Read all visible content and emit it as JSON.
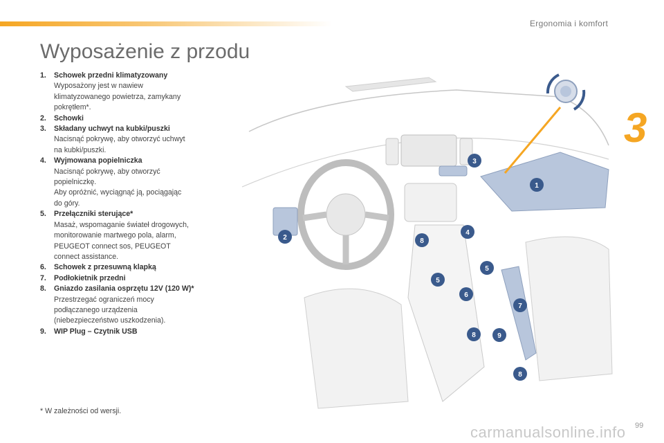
{
  "header": {
    "section_title": "Ergonomia i komfort",
    "page_title": "Wyposażenie z przodu",
    "chapter_number": "3"
  },
  "items": [
    {
      "num": "1.",
      "title": "Schowek przedni klimatyzowany",
      "lines": [
        "Wyposażony jest w nawiew",
        "klimatyzowanego powietrza, zamykany",
        "pokrętłem*."
      ]
    },
    {
      "num": "2.",
      "title": "Schowki",
      "lines": []
    },
    {
      "num": "3.",
      "title": "Składany uchwyt na kubki/puszki",
      "lines": [
        "Nacisnąć pokrywę, aby otworzyć uchwyt",
        "na kubki/puszki."
      ]
    },
    {
      "num": "4.",
      "title": "Wyjmowana popielniczka",
      "lines": [
        "Nacisnąć pokrywę, aby otworzyć",
        "popielniczkę.",
        "Aby opróżnić, wyciągnąć ją, pociągając",
        "do góry."
      ]
    },
    {
      "num": "5.",
      "title": "Przełączniki sterujące*",
      "lines": [
        "Masaż, wspomaganie świateł drogowych,",
        "monitorowanie martwego pola, alarm,",
        "PEUGEOT connect sos, PEUGEOT",
        "connect assistance."
      ]
    },
    {
      "num": "6.",
      "title": "Schowek z przesuwną klapką",
      "lines": []
    },
    {
      "num": "7.",
      "title": "Podłokietnik przedni",
      "lines": []
    },
    {
      "num": "8.",
      "title": "Gniazdo zasilania osprzętu 12V (120 W)*",
      "lines": [
        "Przestrzegać ograniczeń mocy",
        "podłączanego urządzenia",
        "(niebezpieczeństwo uszkodzenia)."
      ]
    },
    {
      "num": "9.",
      "title": "WIP Plug – Czytnik USB",
      "lines": []
    }
  ],
  "footnote": "* W zależności od wersji.",
  "page_number": "99",
  "watermark": "carmanualsonline.info",
  "callouts": {
    "c1": "1",
    "c2": "2",
    "c3": "3",
    "c4": "4",
    "c5a": "5",
    "c5b": "5",
    "c6": "6",
    "c7": "7",
    "c8a": "8",
    "c8b": "8",
    "c8c": "8",
    "c9": "9"
  },
  "colors": {
    "accent": "#f5a623",
    "callout": "#3a5a8c",
    "highlight": "#b8c6dc"
  }
}
